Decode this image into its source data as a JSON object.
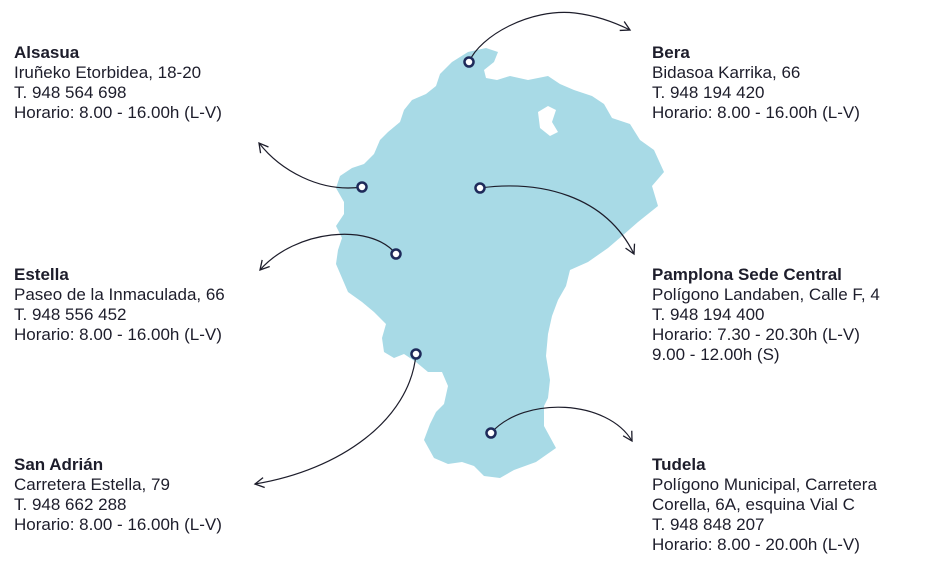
{
  "colors": {
    "region_fill": "#a8dae6",
    "marker_stroke": "#1e2a5a",
    "arrow_stroke": "#1d1d2b",
    "text": "#1d1d2b"
  },
  "offices": [
    {
      "id": "alsasua",
      "name": "Alsasua",
      "lines": [
        "Iruñeko Etorbidea, 18-20",
        "T. 948 564 698",
        "Horario: 8.00 - 16.00h (L-V)"
      ]
    },
    {
      "id": "bera",
      "name": "Bera",
      "lines": [
        "Bidasoa Karrika, 66",
        "T. 948 194 420",
        "Horario: 8.00 - 16.00h (L-V)"
      ]
    },
    {
      "id": "estella",
      "name": "Estella",
      "lines": [
        "Paseo de la Inmaculada, 66",
        "T. 948 556 452",
        "Horario: 8.00 - 16.00h (L-V)"
      ]
    },
    {
      "id": "pamplona",
      "name": "Pamplona Sede Central",
      "lines": [
        "Polígono Landaben, Calle F, 4",
        "T. 948 194 400",
        "Horario: 7.30 - 20.30h (L-V)",
        "9.00 - 12.00h (S)"
      ]
    },
    {
      "id": "sanadrian",
      "name": "San Adrián",
      "lines": [
        "Carretera Estella, 79",
        "T. 948 662 288",
        "Horario: 8.00 - 16.00h (L-V)"
      ]
    },
    {
      "id": "tudela",
      "name": "Tudela",
      "lines": [
        "Polígono Municipal, Carretera",
        "Corella, 6A, esquina Vial C",
        "T. 948 848 207",
        "Horario: 8.00 - 20.00h (L-V)"
      ]
    }
  ]
}
